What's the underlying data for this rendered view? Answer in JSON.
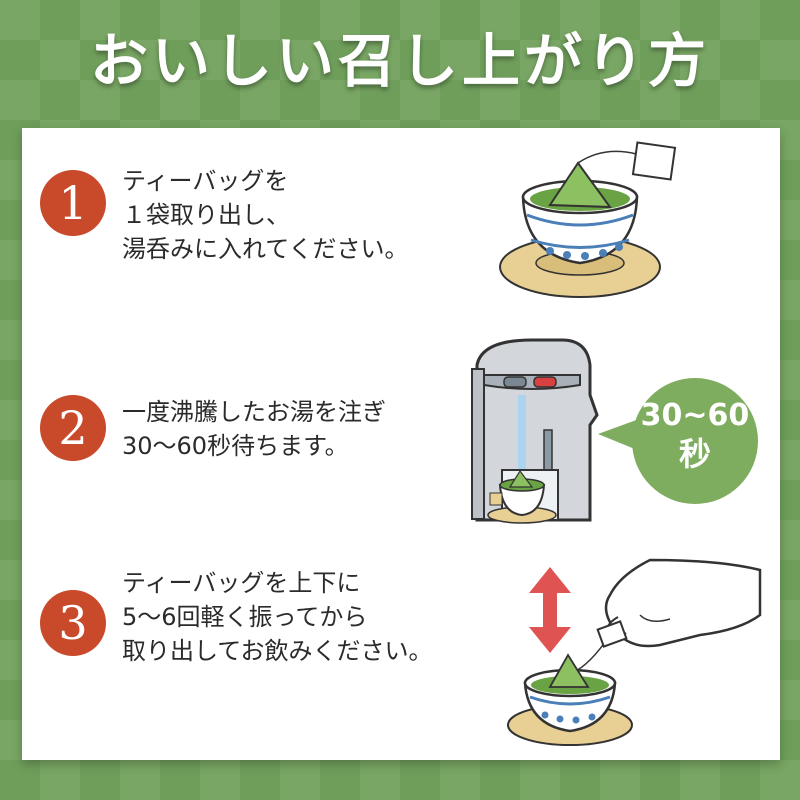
{
  "title": "おいしい召し上がり方",
  "colors": {
    "background": "#6f9e5b",
    "badge": "#c94a2a",
    "tea": "#6aa343",
    "saucer": "#e8cf94",
    "bubble": "#7fad5f"
  },
  "steps": [
    {
      "number": "1",
      "lines": [
        "ティーバッグを",
        "１袋取り出し、",
        "湯呑みに入れてください。"
      ],
      "illustration": "teabag-in-cup"
    },
    {
      "number": "2",
      "lines": [
        "一度沸騰したお湯を注ぎ",
        "30〜60秒待ちます。"
      ],
      "illustration": "hot-water-pot"
    },
    {
      "number": "3",
      "lines": [
        "ティーバッグを上下に",
        "5〜6回軽く振ってから",
        "取り出してお飲みください。"
      ],
      "illustration": "hand-shaking-teabag"
    }
  ],
  "bubble": {
    "line1": "30~60",
    "line2": "秒"
  }
}
